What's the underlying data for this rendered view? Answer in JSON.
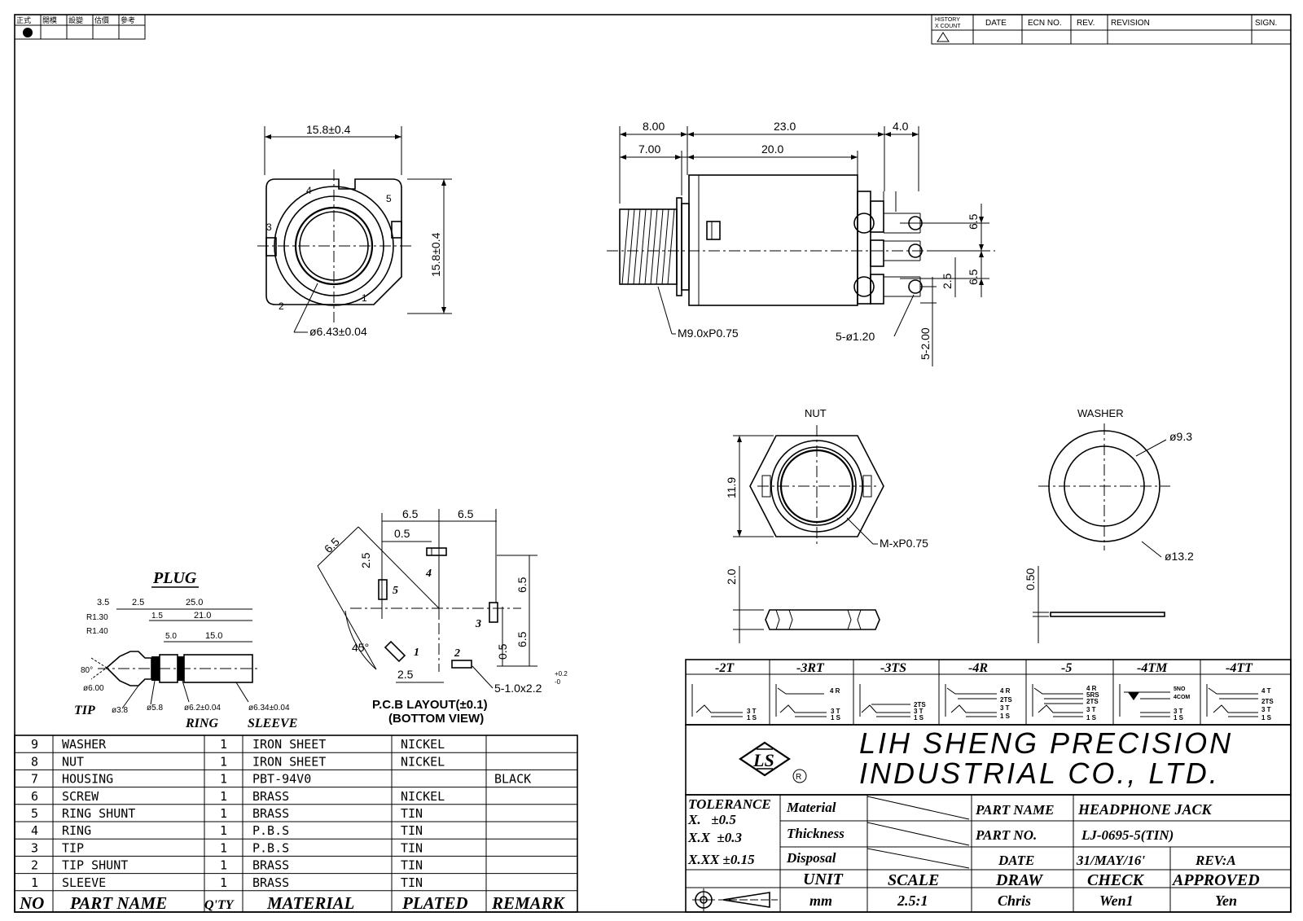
{
  "top_left_box": {
    "labels": [
      "正式",
      "開模",
      "設變",
      "估價",
      "參考"
    ]
  },
  "history_block": {
    "history": "HISTORY",
    "xcount": "X COUNT",
    "date": "DATE",
    "ecn": "ECN NO.",
    "rev": "REV.",
    "revision": "REVISION",
    "sign": "SIGN."
  },
  "front_view": {
    "width": "15.8±0.4",
    "height": "15.8±0.4",
    "bore": "ø6.43±0.04",
    "pins": [
      "1",
      "2",
      "3",
      "4",
      "5"
    ]
  },
  "side_view": {
    "d8": "8.00",
    "d23": "23.0",
    "d4": "4.0",
    "d7": "7.00",
    "d20": "20.0",
    "d65a": "6.5",
    "d65b": "6.5",
    "d25": "2.5",
    "d200": "5-2.00",
    "thread": "M9.0xP0.75",
    "holes": "5-ø1.20"
  },
  "nut": {
    "title": "NUT",
    "h": "11.9",
    "thread": "M-xP0.75",
    "t": "2.0"
  },
  "washer": {
    "title": "WASHER",
    "id": "ø9.3",
    "od": "ø13.2",
    "t": "0.50"
  },
  "plug": {
    "title": "PLUG",
    "d35": "3.5",
    "d25": "2.5",
    "d250": "25.0",
    "r130": "R1.30",
    "r140": "R1.40",
    "d15": "1.5",
    "d210": "21.0",
    "d50": "5.0",
    "d150": "15.0",
    "a80": "80°",
    "d600": "ø6.00",
    "d38": "ø3.8",
    "d58": "ø5.8",
    "d62": "ø6.2±0.04",
    "d634": "ø6.34±0.04",
    "tip": "TIP",
    "ring": "RING",
    "sleeve": "SLEEVE"
  },
  "pcb": {
    "d65a": "6.5",
    "d65b": "6.5",
    "d05a": "0.5",
    "d25a": "2.5",
    "d65c": "6.5",
    "d65d": "6.5",
    "d65e": "6.5",
    "d05b": "0.5",
    "d25b": "2.5",
    "a45": "45°",
    "slots": "5-1.0x2.2",
    "tol_up": "+0.2",
    "tol_dn": "-0",
    "title": "P.C.B LAYOUT(±0.1)",
    "subtitle": "(BOTTOM VIEW)",
    "pins": [
      "1",
      "2",
      "3",
      "4",
      "5"
    ]
  },
  "schematics": [
    {
      "code": "-2T",
      "pins": [
        "3 T",
        "1 S"
      ]
    },
    {
      "code": "-3RT",
      "pins": [
        "4 R",
        "3 T",
        "1 S"
      ]
    },
    {
      "code": "-3TS",
      "pins": [
        "2TS",
        "3 T",
        "1 S"
      ]
    },
    {
      "code": "-4R",
      "pins": [
        "4 R",
        "2TS",
        "3 T",
        "1 S"
      ]
    },
    {
      "code": "-5",
      "pins": [
        "4 R",
        "5RS",
        "2TS",
        "3 T",
        "1 S"
      ]
    },
    {
      "code": "-4TM",
      "pins": [
        "5NO",
        "4COM",
        "3 T",
        "1 S"
      ]
    },
    {
      "code": "-4TT",
      "pins": [
        "4 T",
        "2TS",
        "3 T",
        "1 S"
      ]
    }
  ],
  "company": {
    "line1": "LIH SHENG PRECISION",
    "line2": "INDUSTRIAL CO., LTD.",
    "logo": "LS",
    "reg": "R"
  },
  "title_block": {
    "tolerance": "TOLERANCE",
    "tol_x": "X.   ±0.5",
    "tol_xx": "X.X  ±0.3",
    "tol_xxx": "X.XX ±0.15",
    "material": "Material",
    "thickness": "Thickness",
    "disposal": "Disposal",
    "part_name_label": "PART NAME",
    "part_name": "HEADPHONE JACK",
    "part_no_label": "PART NO.",
    "part_no": "LJ-0695-5(TIN)",
    "date_label": "DATE",
    "date": "31/MAY/16'",
    "rev": "REV:A",
    "unit_label": "UNIT",
    "scale_label": "SCALE",
    "draw_label": "DRAW",
    "check_label": "CHECK",
    "approved_label": "APPROVED",
    "unit": "mm",
    "scale": "2.5:1",
    "draw": "Chris",
    "check": "Wen1",
    "approved": "Yen"
  },
  "bom": {
    "headers": [
      "NO",
      "PART NAME",
      "Q'TY",
      "MATERIAL",
      "PLATED",
      "REMARK"
    ],
    "rows": [
      [
        "9",
        "WASHER",
        "1",
        "IRON SHEET",
        "NICKEL",
        ""
      ],
      [
        "8",
        "NUT",
        "1",
        "IRON SHEET",
        "NICKEL",
        ""
      ],
      [
        "7",
        "HOUSING",
        "1",
        "PBT-94V0",
        "",
        "BLACK"
      ],
      [
        "6",
        "SCREW",
        "1",
        "BRASS",
        "NICKEL",
        ""
      ],
      [
        "5",
        "RING SHUNT",
        "1",
        "BRASS",
        "TIN",
        ""
      ],
      [
        "4",
        "RING",
        "1",
        "P.B.S",
        "TIN",
        ""
      ],
      [
        "3",
        "TIP",
        "1",
        "P.B.S",
        "TIN",
        ""
      ],
      [
        "2",
        "TIP SHUNT",
        "1",
        "BRASS",
        "TIN",
        ""
      ],
      [
        "1",
        "SLEEVE",
        "1",
        "BRASS",
        "TIN",
        ""
      ]
    ]
  }
}
